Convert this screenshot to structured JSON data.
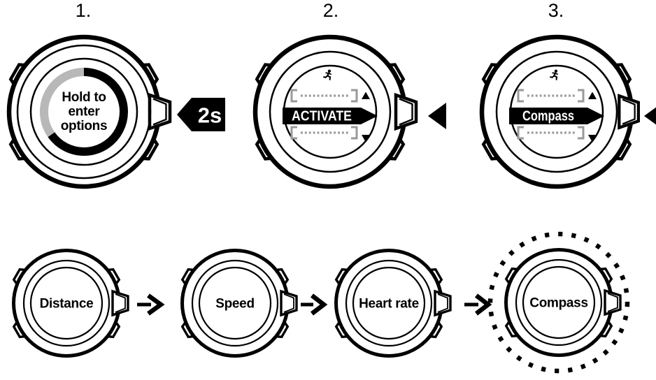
{
  "colors": {
    "paper": "#ffffff",
    "ink": "#000000",
    "gray": "#9a9a9a",
    "ringGray": "#b8b8b8"
  },
  "top_row": {
    "steps": [
      {
        "number": "1.",
        "screen_lines": [
          "Hold to",
          "enter",
          "options"
        ],
        "hold_badge_label": "2s"
      },
      {
        "number": "2.",
        "screen_icon": "runner-icon",
        "menu_item": "ACTIVATE"
      },
      {
        "number": "3.",
        "screen_icon": "runner-icon",
        "menu_item": "Compass"
      }
    ]
  },
  "bottom_row": {
    "labels": [
      "Distance",
      "Speed",
      "Heart rate",
      "Compass"
    ],
    "highlighted": "Compass"
  }
}
